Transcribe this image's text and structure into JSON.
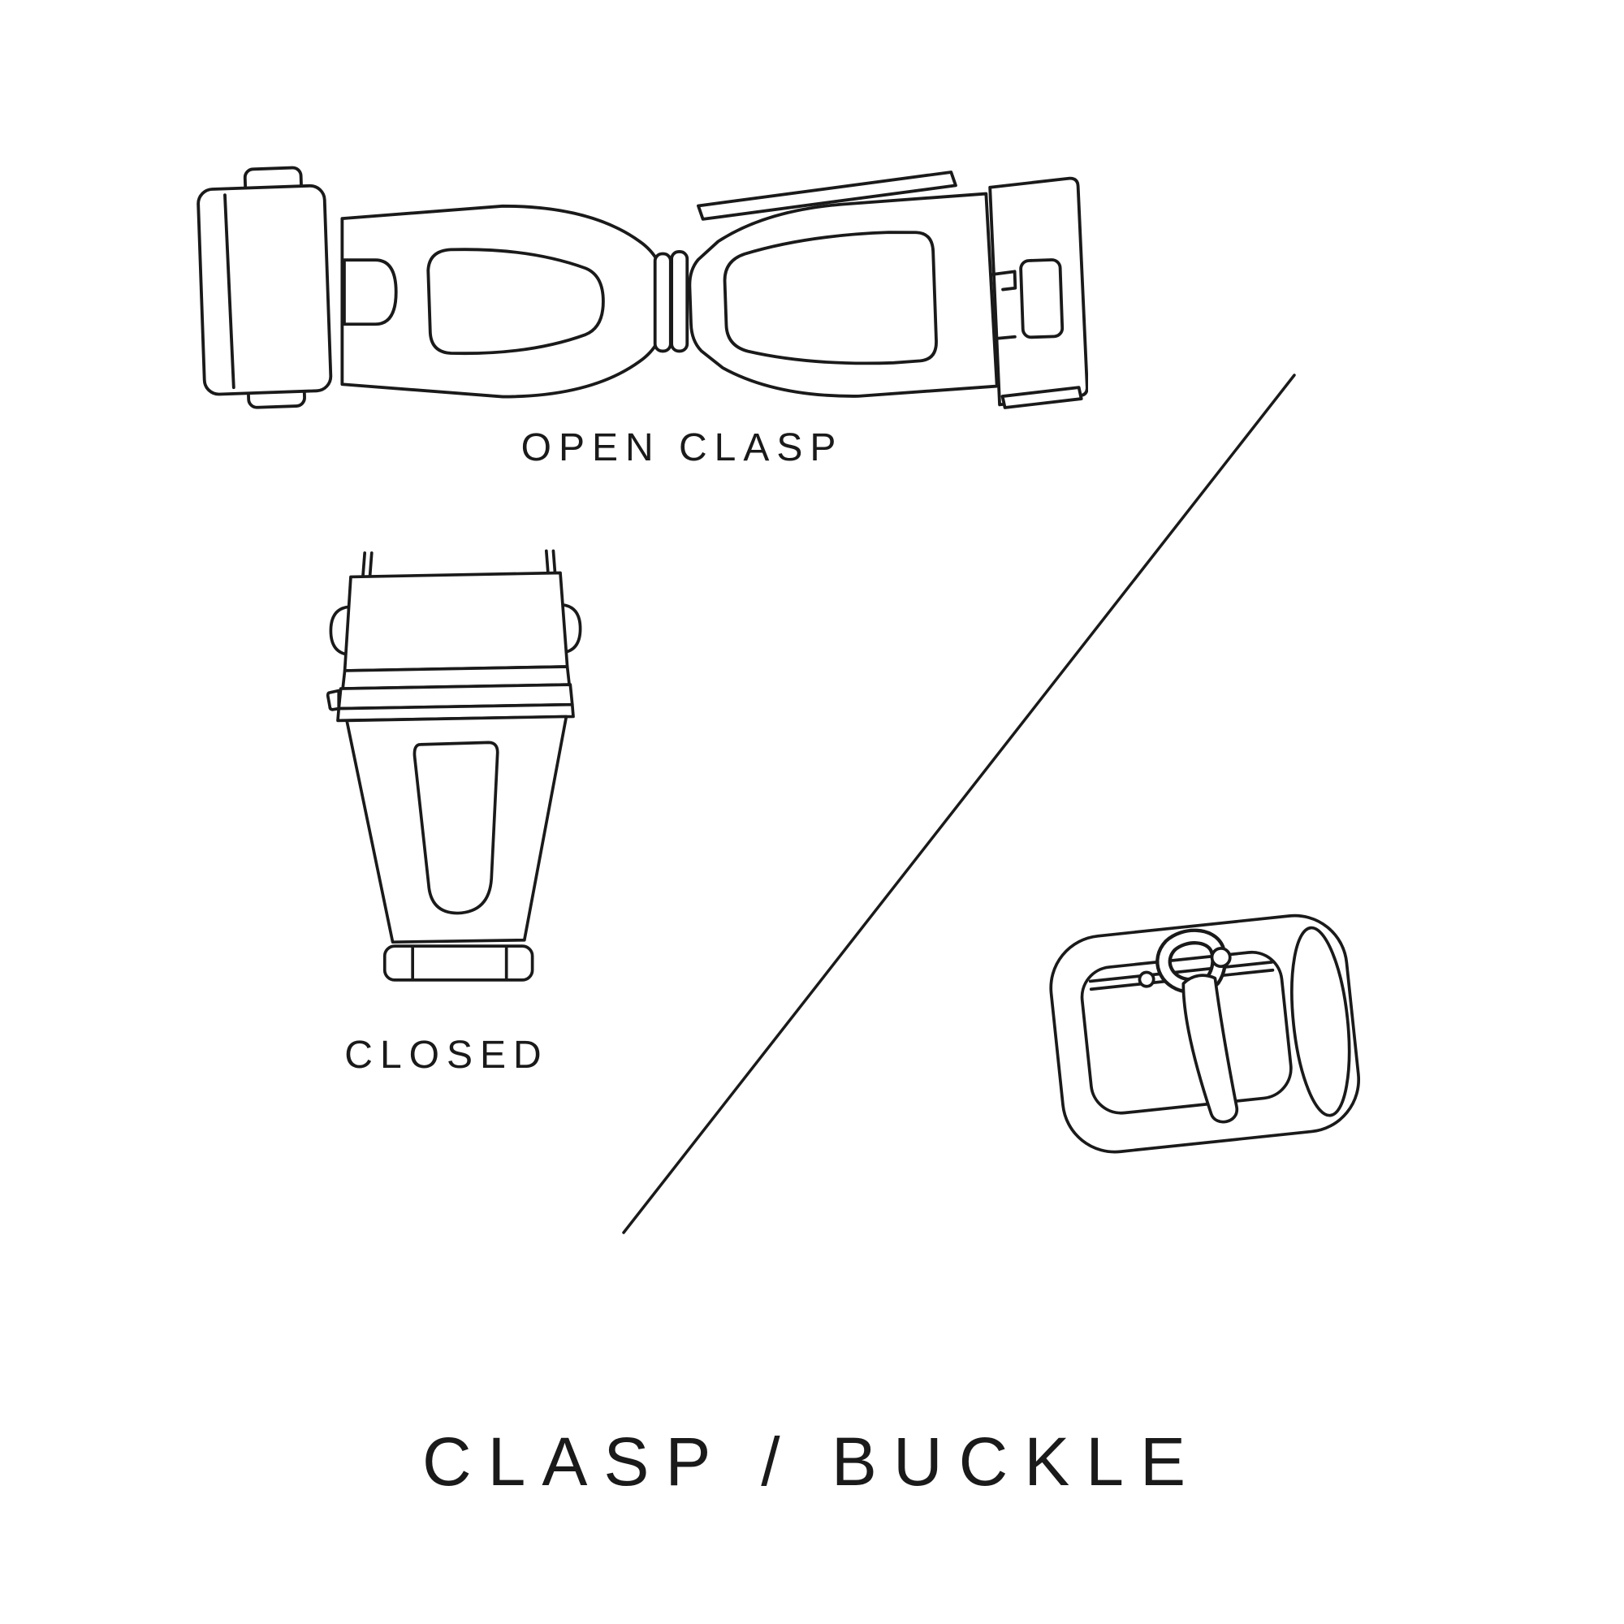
{
  "page": {
    "background": "#ffffff",
    "line_color": "#1a1a1a",
    "text_color": "#1a1a1a"
  },
  "diagram": {
    "title": "CLASP / BUCKLE",
    "open_clasp_label": "OPEN CLASP",
    "closed_label": "CLOSED",
    "illustrations": [
      {
        "id": "open-clasp",
        "description": "deployant clasp shown open, top view"
      },
      {
        "id": "closed-clasp",
        "description": "deployant clasp shown closed, top view"
      },
      {
        "id": "tang-buckle",
        "description": "tang buckle with pin and tongue, perspective view"
      }
    ]
  }
}
